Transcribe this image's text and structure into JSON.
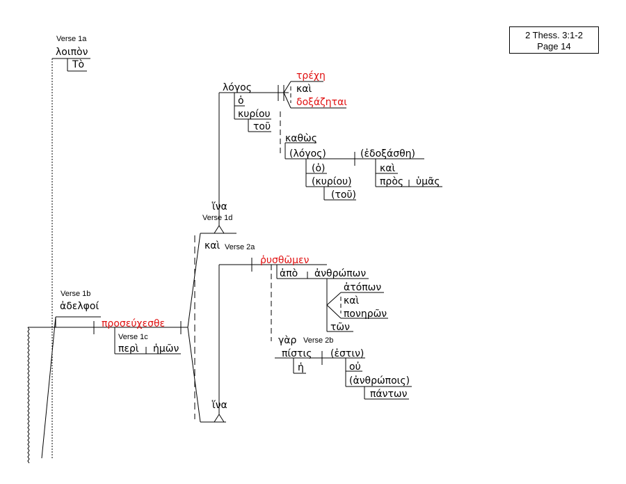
{
  "reference": {
    "line1": "2 Thess. 3:1-2",
    "line2": "Page 14"
  },
  "verse_labels": {
    "v1a": "Verse 1a",
    "v1b": "Verse 1b",
    "v1c": "Verse 1c",
    "v1d": "Verse 1d",
    "v2a": "Verse 2a",
    "v2b": "Verse 2b"
  },
  "words": {
    "loipon": "λοιπὸν",
    "to": "Τὸ",
    "adelfoi": "ἀδελφοί",
    "proseuxesthe": "προσεύχεσθε",
    "peri": "περὶ",
    "hmwn": "ἡμῶν",
    "logos": "λόγος",
    "trexh": "τρέχη",
    "kai1": "καὶ",
    "doxazhtai": "δοξάζηται",
    "ho": "ὁ",
    "kyriou": "κυρίου",
    "tou": "τοῦ",
    "kathws": "καθὼς",
    "logos_p": "(λόγος)",
    "edoxasthe_p": "(ἐδοξάσθη)",
    "ho_p": "(ὁ)",
    "kai2": "καὶ",
    "kyriou_p": "(κυρίου)",
    "pros": "πρὸς",
    "hymas": "ὑμᾶς",
    "tou_p": "(τοῦ)",
    "hina1": "ἵνα",
    "kai3": "καὶ",
    "rysthwmen": "ῥυσθῶμεν",
    "apo": "ἀπὸ",
    "anthrwpwn": "ἀνθρώπων",
    "atopwn": "ἀτόπων",
    "kai4": "καὶ",
    "ponhrwn": "πονηρῶν",
    "twn": "τῶν",
    "gar": "γὰρ",
    "pistis": "πίστις",
    "estin_p": "(ἐστιν)",
    "h": "ἡ",
    "ou": "οὐ",
    "anthrwpois_p": "(ἀνθρώποις)",
    "pantwn": "πάντων",
    "hina2": "ἵνα"
  },
  "colors": {
    "line": "#000000",
    "red_verb": "#e01010"
  }
}
